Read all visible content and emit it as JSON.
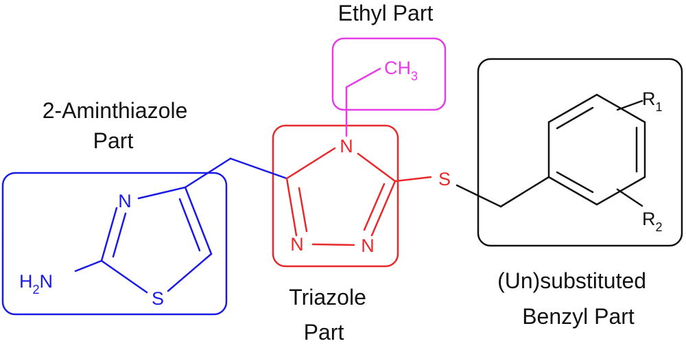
{
  "colors": {
    "blue": "#1a1ae6",
    "red": "#e8282a",
    "magenta": "#e63ce6",
    "black": "#111111",
    "background": "#ffffff"
  },
  "labels": {
    "ethyl": "Ethyl Part",
    "aminothiazole_line1": "2-Aminthiazole",
    "aminothiazole_line2": "Part",
    "triazole_line1": "Triazole",
    "triazole_line2": "Part",
    "benzyl_line1": "(Un)substituted",
    "benzyl_line2": "Benzyl Part"
  },
  "atoms": {
    "ethyl_c": "CH",
    "ethyl_c_sub": "3",
    "triazole_n4": "N",
    "triazole_n1": "N",
    "triazole_n2": "N",
    "linker_s": "S",
    "thiazole_n": "N",
    "thiazole_s": "S",
    "amine_h": "H",
    "amine_h_sub": "2",
    "amine_n": "N",
    "r1": "R",
    "r1_sub": "1",
    "r2": "R",
    "r2_sub": "2"
  }
}
